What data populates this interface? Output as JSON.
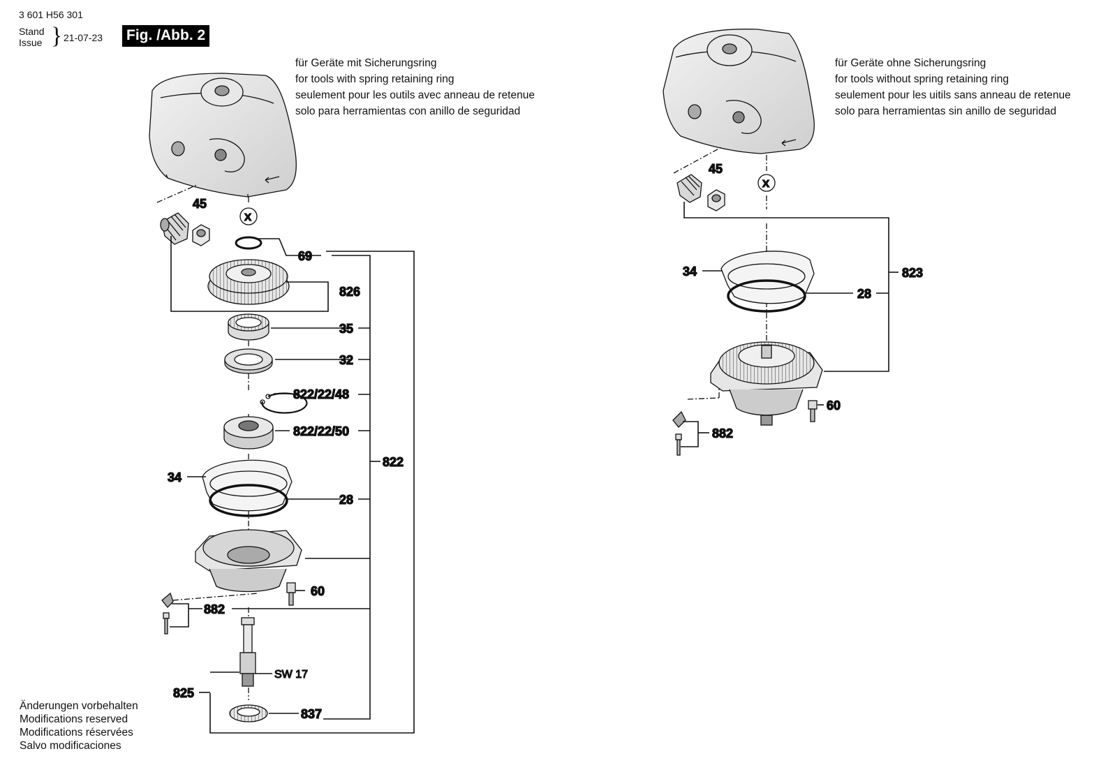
{
  "header": {
    "doc_number": "3 601 H56 301",
    "stand_label": "Stand",
    "issue_label": "Issue",
    "date": "21-07-23",
    "figure": "Fig. /Abb. 2"
  },
  "left_assembly": {
    "note": [
      "für Geräte mit Sicherungsring",
      "for tools with spring retaining ring",
      "seulement pour les outils avec anneau de retenue",
      "solo para herramientas con anillo de seguridad"
    ],
    "marker": "X",
    "parts": {
      "p45": "45",
      "p69": "69",
      "p826": "826",
      "p35": "35",
      "p32": "32",
      "p822_22_48": "822/22/48",
      "p822_22_50": "822/22/50",
      "p822": "822",
      "p34": "34",
      "p28": "28",
      "p60": "60",
      "p882": "882",
      "sw17": "SW 17",
      "p825": "825",
      "p837": "837"
    }
  },
  "right_assembly": {
    "note": [
      "für Geräte ohne Sicherungsring",
      "for tools without spring retaining ring",
      "seulement pour les uitils sans anneau de retenue",
      "solo para herramientas sin anillo de seguridad"
    ],
    "marker": "X",
    "parts": {
      "p45": "45",
      "p34": "34",
      "p823": "823",
      "p28": "28",
      "p60": "60",
      "p882": "882"
    }
  },
  "footer": [
    "Änderungen vorbehalten",
    "Modifications reserved",
    "Modifications réservées",
    "Salvo modificaciones"
  ]
}
